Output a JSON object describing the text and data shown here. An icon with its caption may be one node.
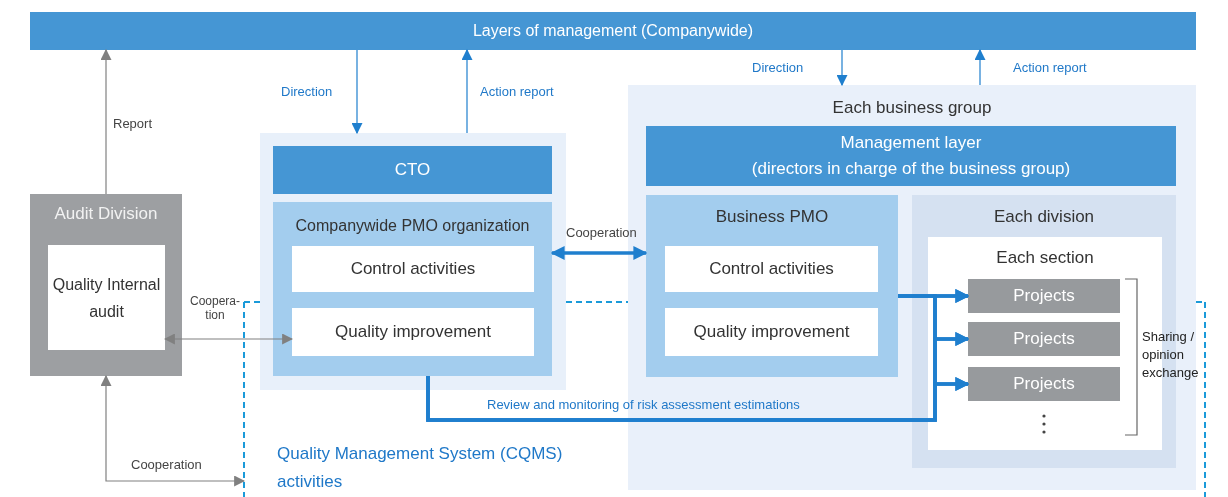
{
  "diagram": {
    "nodes": [
      {
        "text": [
          "Layers of management (Companywide)"
        ]
      },
      {
        "text": [],
        "shape": "box"
      },
      {
        "text": [
          "CTO"
        ],
        "in": 1
      },
      {
        "text": [
          "Companywide PMO organization"
        ],
        "in": 1
      },
      {
        "text": [
          "Control activities"
        ],
        "in": 3
      },
      {
        "text": [
          "Quality improvement"
        ],
        "in": 3
      },
      {
        "text": [
          "Each business group"
        ]
      },
      {
        "text": [
          "Management layer",
          "(directors in charge of the business group)"
        ],
        "in": 6
      },
      {
        "text": [
          "Business PMO"
        ],
        "in": 6
      },
      {
        "text": [
          "Control activities"
        ],
        "in": 8
      },
      {
        "text": [
          "Quality improvement"
        ],
        "in": 8
      },
      {
        "text": [
          "Each division"
        ],
        "in": 6
      },
      {
        "text": [
          "Each section"
        ],
        "in": 11
      },
      {
        "text": [
          "Projects"
        ],
        "in": 12
      },
      {
        "text": [
          "Projects"
        ],
        "in": 12
      },
      {
        "text": [
          "Projects"
        ],
        "in": 12
      },
      {
        "text": [
          "Audit Division"
        ]
      },
      {
        "text": [
          "Quality Internal audit"
        ],
        "in": 16
      }
    ],
    "edges": [
      {
        "from": 0,
        "to": 1,
        "arrow": "to",
        "label": "Direction"
      },
      {
        "from": 1,
        "to": 0,
        "arrow": "to",
        "label": "Action report"
      },
      {
        "from": 0,
        "to": 6,
        "arrow": "to",
        "label": "Direction"
      },
      {
        "from": 6,
        "to": 0,
        "arrow": "to",
        "label": "Action report"
      },
      {
        "from": 16,
        "to": 0,
        "arrow": "to",
        "label": "Report",
        "color": "#808080"
      },
      {
        "from": 3,
        "to": 8,
        "arrow": "both",
        "label": "Cooperation",
        "style": "thick"
      },
      {
        "from": 17,
        "to": 5,
        "arrow": "both",
        "label": "Coopera- tion",
        "color": "#808080"
      },
      {
        "from": 16,
        "to": null,
        "arrow": "both",
        "label": "Cooperation",
        "color": "#808080"
      },
      {
        "from": 8,
        "to": 13,
        "arrow": "to",
        "style": "thick"
      },
      {
        "from": 8,
        "to": 14,
        "arrow": "to",
        "style": "thick"
      },
      {
        "from": 8,
        "to": 15,
        "arrow": "to",
        "style": "thick"
      },
      {
        "from": 3,
        "to": 13,
        "arrow": "to",
        "style": "thick",
        "label": "Review and monitoring of risk assessment estimations"
      },
      {
        "from": 3,
        "to": 14,
        "arrow": "to",
        "style": "thick"
      },
      {
        "from": 3,
        "to": 15,
        "arrow": "to",
        "style": "thick"
      }
    ],
    "labels": [
      "Sharing / opinion exchange",
      "Quality Management System (CQMS) activities"
    ]
  }
}
